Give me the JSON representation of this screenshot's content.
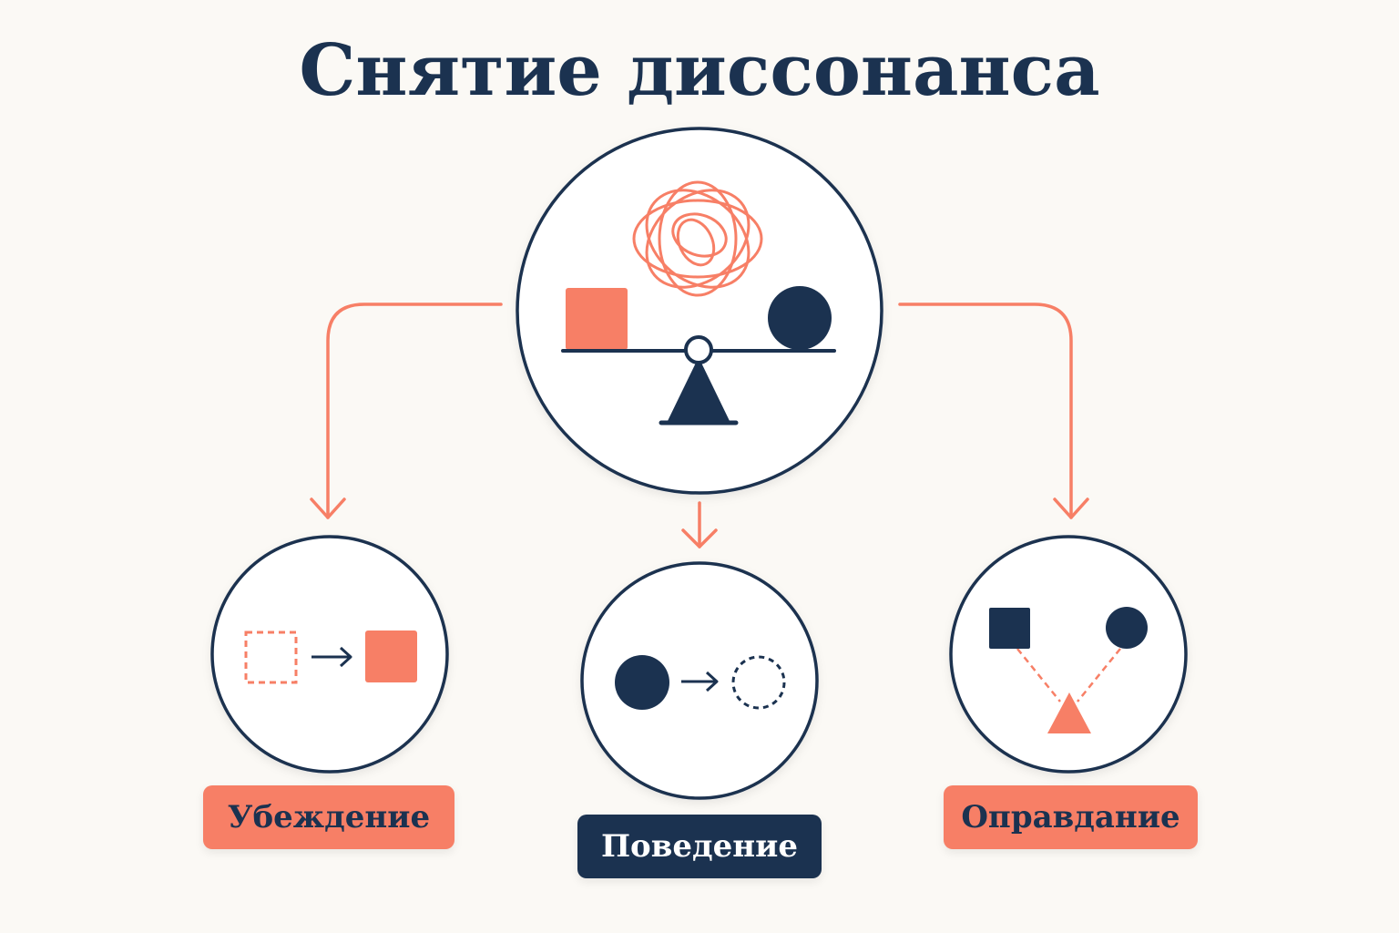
{
  "title": "Снятие диссонанса",
  "colors": {
    "navy": "#1b3250",
    "coral": "#f77f66",
    "background": "#fbf9f5"
  },
  "center_node": {
    "icons": [
      "tangled-thoughts-icon",
      "scale-icon",
      "square-icon",
      "circle-icon"
    ]
  },
  "outcomes": [
    {
      "label": "Убеждение",
      "icon": "dashed-square-to-solid-square-icon"
    },
    {
      "label": "Поведение",
      "icon": "solid-circle-to-dashed-circle-icon"
    },
    {
      "label": "Оправдание",
      "icon": "square-circle-triangle-icon"
    }
  ]
}
